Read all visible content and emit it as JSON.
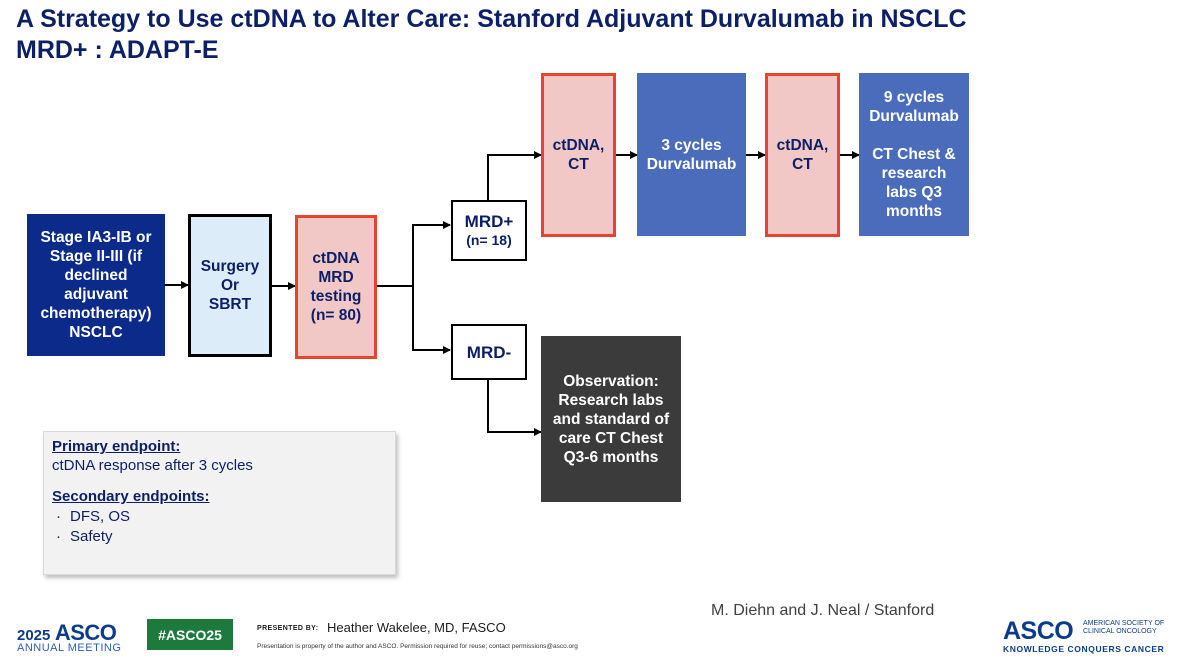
{
  "slide": {
    "title_line1": "A Strategy to Use ctDNA to Alter Care: Stanford Adjuvant Durvalumab in NSCLC",
    "title_line2": "MRD+ : ADAPT-E"
  },
  "diagram": {
    "stage": "Stage IA3-IB or\nStage II-III (if\ndeclined\nadjuvant\nchemotherapy)\nNSCLC",
    "surgery": "Surgery\nOr\nSBRT",
    "mrd_testing": "ctDNA\nMRD\ntesting\n(n= 80)",
    "mrd_pos": "MRD+",
    "mrd_pos_n": "(n= 18)",
    "mrd_neg": "MRD-",
    "ctdna_ct_1": "ctDNA,\nCT",
    "three_cycles": "3 cycles\nDurvalumab",
    "ctdna_ct_2": "ctDNA,\nCT",
    "nine_cycles": "9 cycles\nDurvalumab\n\nCT Chest &\nresearch\nlabs Q3\nmonths",
    "observation": "Observation:\nResearch labs\nand standard of\ncare CT Chest\nQ3-6 months"
  },
  "endpoints": {
    "primary_header": "Primary endpoint:",
    "primary_text": "ctDNA response after 3 cycles",
    "secondary_header": "Secondary endpoints:",
    "secondary_items": [
      "DFS, OS",
      "Safety"
    ]
  },
  "credit": "M. Diehn  and J. Neal / Stanford",
  "footer": {
    "year": "2025",
    "asco": "ASCO",
    "annual_meeting": "ANNUAL MEETING",
    "hashtag": "#ASCO25",
    "presented_by_label": "PRESENTED BY:",
    "presenter": "Heather Wakelee, MD, FASCO",
    "disclaimer": "Presentation is property of the author and ASCO. Permission required for reuse; contact permissions@asco.org",
    "asco_right": "ASCO",
    "society": "AMERICAN SOCIETY OF CLINICAL ONCOLOGY",
    "tagline": "KNOWLEDGE CONQUERS CANCER"
  },
  "colors": {
    "navy": "#0c2a8a",
    "light_blue": "#dcecf8",
    "pink": "#f1c8c6",
    "red_border": "#e8442c",
    "blue": "#4a6cba",
    "dark_gray": "#3b3b3b",
    "asco_green": "#1e7a3c"
  }
}
